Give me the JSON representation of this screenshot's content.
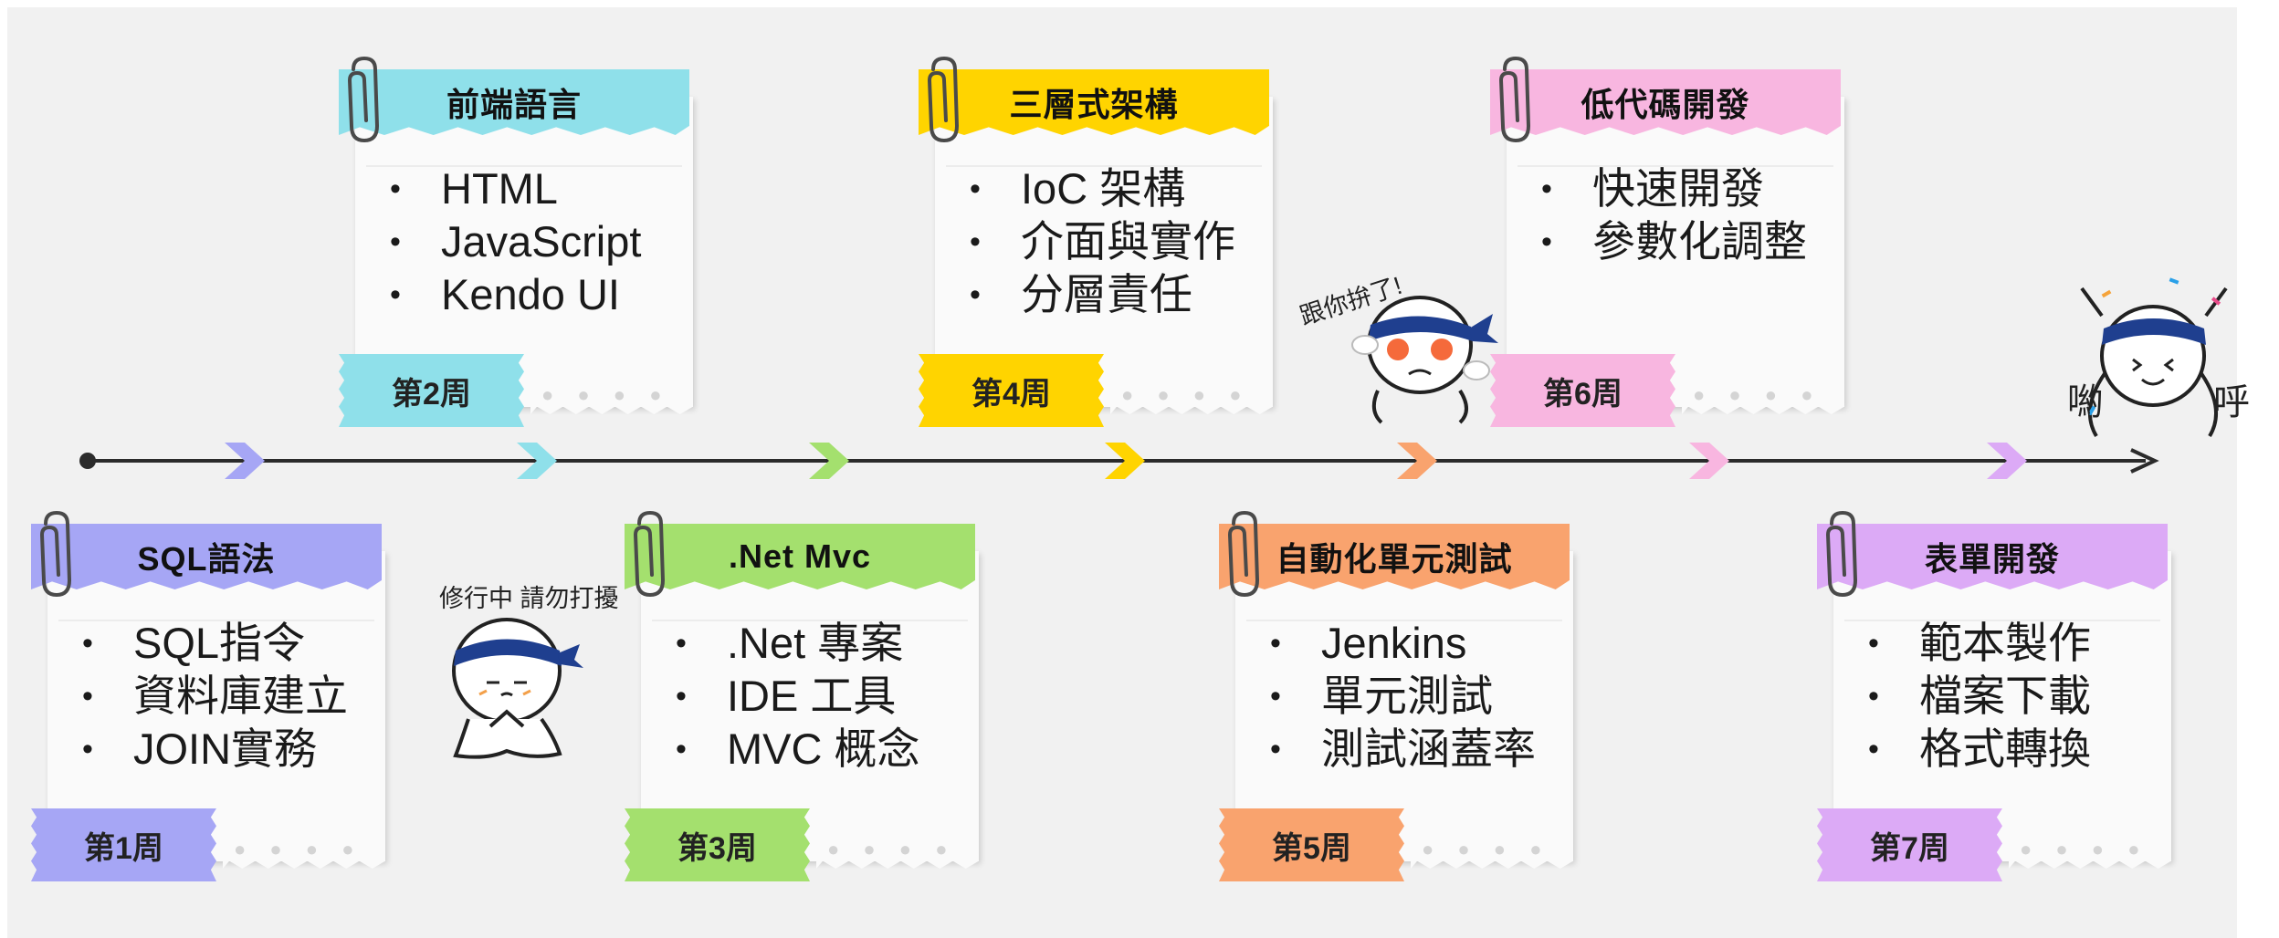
{
  "weeks": [
    {
      "week": "第1周",
      "title": "SQL語法",
      "color": "#a6a6f5",
      "items": [
        "SQL指令",
        "資料庫建立",
        "JOIN實務"
      ]
    },
    {
      "week": "第2周",
      "title": "前端語言",
      "color": "#8fe0ea",
      "items": [
        "HTML",
        "JavaScript",
        "Kendo UI"
      ]
    },
    {
      "week": "第3周",
      "title": ".Net Mvc",
      "color": "#a4e06e",
      "items": [
        ".Net 專案",
        "IDE 工具",
        "MVC 概念"
      ]
    },
    {
      "week": "第4周",
      "title": "三層式架構",
      "color": "#ffd400",
      "items": [
        "IoC 架構",
        "介面與實作",
        "分層責任"
      ]
    },
    {
      "week": "第5周",
      "title": "自動化單元測試",
      "color": "#f9a36e",
      "items": [
        "Jenkins",
        "單元測試",
        "測試涵蓋率"
      ]
    },
    {
      "week": "第6周",
      "title": "低代碼開發",
      "color": "#f8b6e0",
      "items": [
        "快速開發",
        "參數化調整"
      ]
    },
    {
      "week": "第7周",
      "title": "表單開發",
      "color": "#dcaaf6",
      "items": [
        "範本製作",
        "檔案下載",
        "格式轉換"
      ]
    }
  ],
  "stickers": {
    "meditate": "修行中 請勿打擾",
    "angry": "跟你拚了!",
    "cheer_left": "喲",
    "cheer_right": "呼"
  },
  "timeline": {
    "line_color": "#2b2b2b",
    "arrow_colors": [
      "#a6a6f5",
      "#8fe0ea",
      "#a4e06e",
      "#ffd400",
      "#f9a36e",
      "#f8b6e0",
      "#dcaaf6"
    ]
  },
  "icons": {
    "card_clip": "paperclip-icon"
  }
}
